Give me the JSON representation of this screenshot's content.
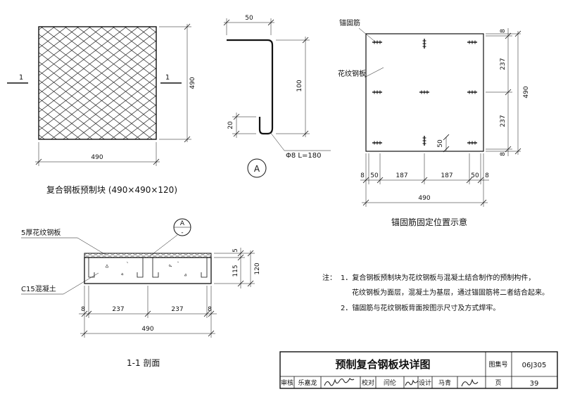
{
  "plan": {
    "dim_width": "490",
    "dim_height": "490",
    "section_mark_left": "1",
    "section_mark_right": "1",
    "caption": "复合钢板预制块 (490×490×120)"
  },
  "rebar": {
    "dim_top": "50",
    "dim_height": "100",
    "dim_hook": "20",
    "spec": "Φ8 L=180",
    "detail_mark": "A"
  },
  "anchor": {
    "label_anchor": "锚固筋",
    "label_plate": "花纹钢板",
    "right_dims": [
      "8",
      "237",
      "237",
      "8"
    ],
    "right_total": "490",
    "inner_dim": "50",
    "bottom_dims": [
      "8",
      "50",
      "187",
      "187",
      "50",
      "8"
    ],
    "bottom_total": "490",
    "caption": "锚固筋固定位置示意"
  },
  "section": {
    "label_plate": "5厚花纹钢板",
    "label_concrete": "C15混凝土",
    "detail_mark_top": "A",
    "detail_mark_bottom": "-",
    "right_dims": [
      "5",
      "115"
    ],
    "right_total": "120",
    "bottom_dims": [
      "8",
      "237",
      "237",
      "8"
    ],
    "bottom_total": "490",
    "caption": "1-1 剖面"
  },
  "notes": {
    "prefix": "注：",
    "line1": "1．复合钢板预制块为花纹钢板与混凝土结合制作的预制构件，",
    "line2": "花纹钢板为面层，混凝土为基层，通过锚固筋将二者结合起来。",
    "line3": "2．锚固筋与花纹钢板背面按图示尺寸及方式焊牢。"
  },
  "title_block": {
    "title": "预制复合钢板块详图",
    "atlas_label": "图集号",
    "atlas_no": "06J305",
    "review_label": "审核",
    "reviewer": "乐嘉龙",
    "check_label": "校对",
    "checker": "闫伦",
    "design_label": "设计",
    "designer": "马青",
    "page_label": "页",
    "page_no": "39"
  }
}
